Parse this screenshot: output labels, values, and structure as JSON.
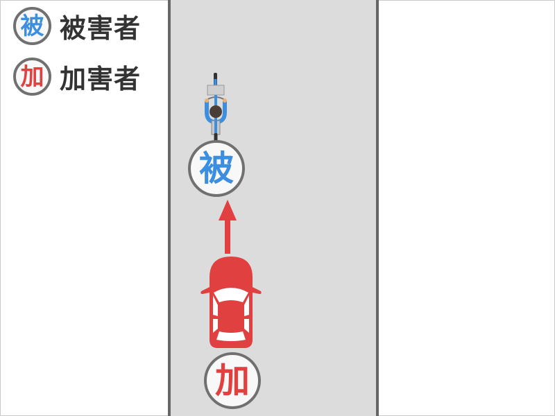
{
  "colors": {
    "victim": "#3b8ee0",
    "perpetrator": "#e04040",
    "road": "#dcdcdc",
    "lane_line": "#666666",
    "badge_border": "#707070",
    "text": "#333333"
  },
  "legend": {
    "victim": {
      "badge_char": "被",
      "label": "被害者"
    },
    "perpetrator": {
      "badge_char": "加",
      "label": "加害者"
    }
  },
  "scene": {
    "victim_badge": "被",
    "perpetrator_badge": "加",
    "victim_vehicle": "bicycle",
    "perpetrator_vehicle": "car",
    "direction": "up"
  }
}
